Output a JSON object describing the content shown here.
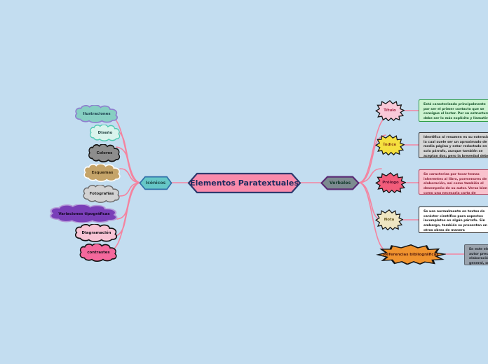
{
  "diagram": {
    "type": "mind-map",
    "background_color": "#c3ddf0",
    "connector_color": "#f4839f",
    "title": "Elementos Paratextuales"
  },
  "center": {
    "label": "Elementos Paratextuales",
    "fill": "#f98aab",
    "stroke": "#2e3a6e",
    "text_color": "#1b2a5e"
  },
  "branches": [
    {
      "id": "iconicos",
      "label": "Icónicos",
      "fill": "#66c7c7",
      "stroke": "#2f6fa8",
      "text_color": "#1d4a4a",
      "side": "left"
    },
    {
      "id": "verbales",
      "label": "Verbales",
      "fill": "#7c8b90",
      "stroke": "#5b2d76",
      "text_color": "#123b2b",
      "side": "right"
    }
  ],
  "iconicos_children": [
    {
      "label": "Ilustraciones",
      "fill": "#86cfc2",
      "stroke": "#8f7fcf",
      "text_color": "#1c3f4e"
    },
    {
      "label": "Diseño",
      "fill": "#d9f4ec",
      "stroke": "#4fc9b0",
      "text_color": "#2a4a48"
    },
    {
      "label": "Colores",
      "fill": "#8d8d8d",
      "stroke": "#141414",
      "text_color": "#171717"
    },
    {
      "label": "Esquemas",
      "fill": "#c5a469",
      "stroke": "#ffffff",
      "text_color": "#3a2a10"
    },
    {
      "label": "Fotografías",
      "fill": "#d2d2d2",
      "stroke": "#6a6a6a",
      "text_color": "#1f1f1f"
    },
    {
      "label": "Variaciones tipográficas",
      "fill": "#7a3fb8",
      "stroke": "#b59ad8",
      "text_color": "#120722"
    },
    {
      "label": "Diagramación",
      "fill": "#f8c3d4",
      "stroke": "#101010",
      "text_color": "#15131a"
    },
    {
      "label": "contrastes",
      "fill": "#f4689c",
      "stroke": "#101010",
      "text_color": "#19111a"
    }
  ],
  "verbales_children": [
    {
      "label": "Título",
      "fill": "#f9c9d8",
      "stroke": "#151515",
      "text_color": "#a51f3e",
      "note": {
        "text": "Está caracterizado principalmente por ser el primer contacto que se consigue el lector. Por su estructura, debe ser lo más explícito y llamativo posible.",
        "fill": "#cdf3d0",
        "stroke": "#2f9e46",
        "text_color": "#15532a"
      }
    },
    {
      "label": "Índice",
      "fill": "#f5e03f",
      "stroke": "#151515",
      "text_color": "#8a3d14",
      "note": {
        "text": "Identifica al resumen es su extensión, la cual suele ser un aproximado de media página y estar redactado en un solo párrafo, aunque también se aceptan dos; pero la brevedad debe siempre prevalecer.",
        "fill": "#d6d6d6",
        "stroke": "#2b2b2b",
        "text_color": "#262626"
      }
    },
    {
      "label": "Prólogo",
      "fill": "#f25c7a",
      "stroke": "#151515",
      "text_color": "#5d1030",
      "note": {
        "text": "Se caracteriza por tocar temas inherentes al libro, pormenores de su elaboración, así como también el desempeño de su autor. Versa bien como una necesaria carta de presentación.",
        "fill": "#f9c2cd",
        "stroke": "#b8354f",
        "text_color": "#8d2138"
      }
    },
    {
      "label": "Nota",
      "fill": "#efe6c2",
      "stroke": "#151515",
      "text_color": "#6a5a1f",
      "note": {
        "text": "Se usa normalmente en textos de carácter científico para aspectos incompletos en algún párrafo. Sin embargo, también se presentan en otras obras de manera indistintamente.",
        "fill": "#ffffff",
        "stroke": "#2b2b2b",
        "text_color": "#1a1a1a"
      }
    },
    {
      "label": "Referencias bibliográficas",
      "fill": "#f0932e",
      "stroke": "#151515",
      "text_color": "#5a1f0f",
      "note": {
        "text": "En este elemento paratextual, el autor presenta las fuentes de elaboración de su obra. Por lo general, se plasman los datos principales de autores y obras consultadas.",
        "fill": "#9aa2ac",
        "stroke": "#5e6670",
        "text_color": "#1d2229"
      }
    }
  ]
}
